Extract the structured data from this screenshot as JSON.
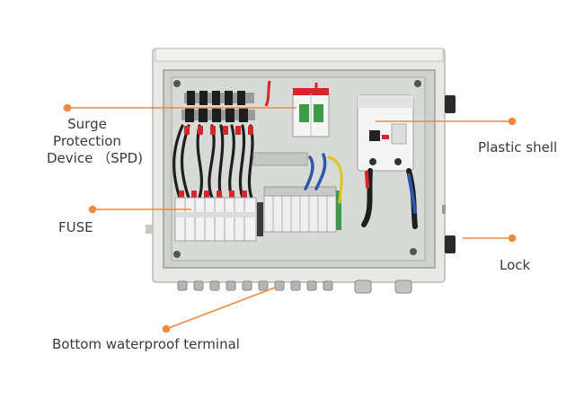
{
  "labels": {
    "spd": {
      "line1": "Surge",
      "line2": "Protection",
      "line3": "Device （SPD)"
    },
    "fuse": "FUSE",
    "plastic_shell": "Plastic shell",
    "lock": "Lock",
    "bottom_terminal": "Bottom waterproof terminal"
  },
  "colors": {
    "leader": "#f08a3c",
    "enclosure": "#e6e6e3",
    "backplate": "#d5d7d5",
    "breaker_body": "#f4f4f4",
    "wire_black": "#1e1e1e",
    "wire_red": "#d6262b",
    "wire_blue": "#2f56a7",
    "wire_yellow": "#e0c51c",
    "spd_green": "#3a9c46",
    "terminal_grey": "#b5b5b5"
  }
}
